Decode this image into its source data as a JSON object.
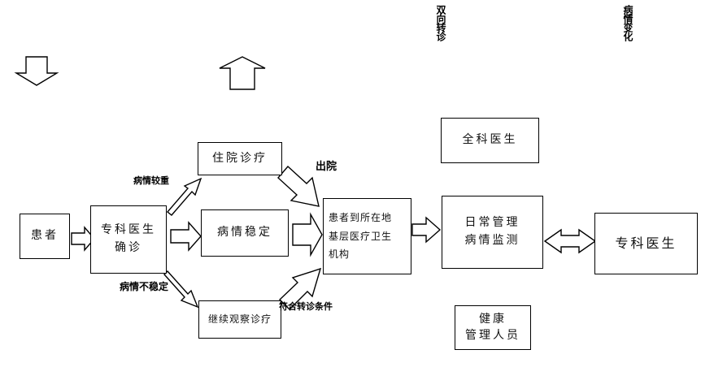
{
  "nodes": {
    "patient": "患者",
    "specialist_line1": "专科医生",
    "specialist_line2": "确诊",
    "hospitalized": "住院诊疗",
    "stable": "病情稳定",
    "continue_observe": "继续观察诊疗",
    "community_line1": "患者到所在地",
    "community_line2": "基层医疗卫生",
    "community_line3": "机构",
    "gp": "全科医生",
    "daily_line1": "日常管理",
    "daily_line2": "病情监测",
    "specialist_right": "专科医生",
    "health_line1": "健康",
    "health_line2": "管理人员"
  },
  "labels": {
    "severe": "病情较重",
    "unstable": "病情不稳定",
    "discharge": "出院",
    "meets_criteria": "符合转诊条件",
    "reverse_referral": "双向转诊",
    "condition_change": "病情变化"
  }
}
